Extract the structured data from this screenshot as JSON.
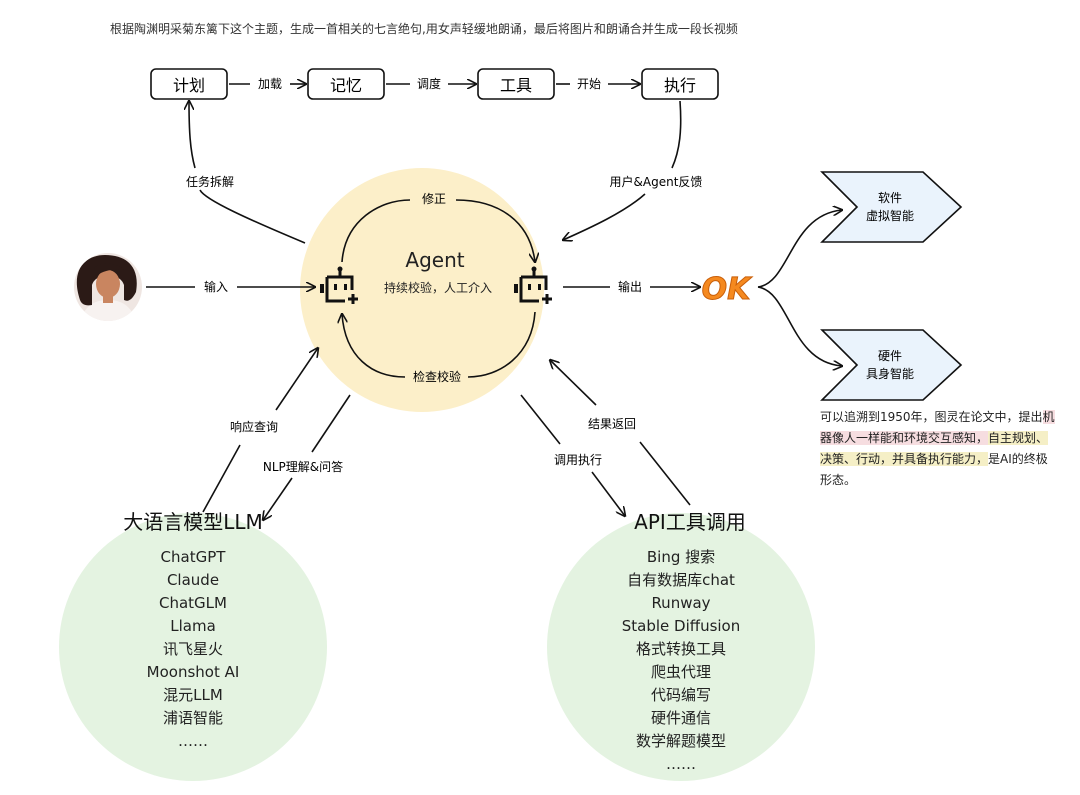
{
  "prompt": "根据陶渊明采菊东篱下这个主题，生成一首相关的七言绝句,用女声轻缓地朗诵，最后将图片和朗诵合并生成一段长视频",
  "steps": [
    "计划",
    "记忆",
    "工具",
    "执行"
  ],
  "step_arrows": [
    "加载",
    "调度",
    "开始"
  ],
  "agent": {
    "title": "Agent",
    "subtitle": "持续校验，人工介入",
    "fix_label": "修正",
    "check_label": "检查校验"
  },
  "labels": {
    "decompose": "任务拆解",
    "feedback": "用户&Agent反馈",
    "input": "输入",
    "output": "输出",
    "response": "响应查询",
    "nlp": "NLP理解&问答",
    "result": "结果返回",
    "call": "调用执行"
  },
  "ok_text": "OK",
  "outputs": [
    {
      "line1": "软件",
      "line2": "虚拟智能"
    },
    {
      "line1": "硬件",
      "line2": "具身智能"
    }
  ],
  "llm": {
    "title": "大语言模型LLM",
    "items": [
      "ChatGPT",
      "Claude",
      "ChatGLM",
      "Llama",
      "讯飞星火",
      "Moonshot AI",
      "混元LLM",
      "浦语智能",
      "……"
    ]
  },
  "api": {
    "title": "API工具调用",
    "items": [
      "Bing 搜索",
      "自有数据库chat",
      "Runway",
      "Stable Diffusion",
      "格式转换工具",
      "爬虫代理",
      "代码编写",
      "硬件通信",
      "数学解题模型",
      "……"
    ]
  },
  "note": {
    "part1": "可以追溯到1950年，图灵在论文中，提出",
    "part2": "机器像人一样能和环境交互感知，",
    "part3": "自主规划、决策、行动，并具备执行能力，",
    "part4": "是AI的终极形态。"
  },
  "colors": {
    "agent_circle": "#fcefc9",
    "tool_circle": "#e4f3e1",
    "ok": "#f5891f",
    "line": "#111111"
  }
}
